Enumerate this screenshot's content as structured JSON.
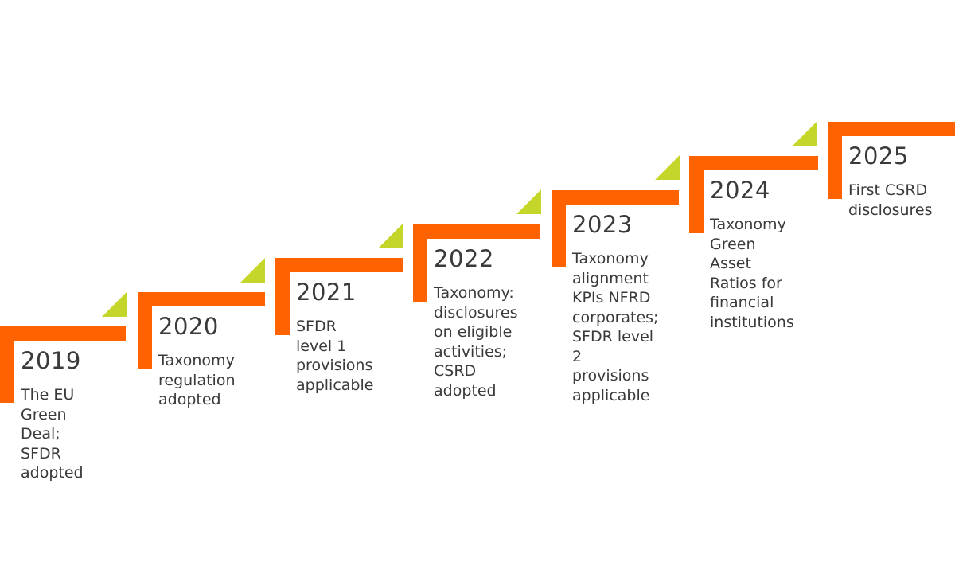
{
  "colors": {
    "bar": "#ff6200",
    "accent_triangle": "#c5d62b",
    "text": "#3a3a3a",
    "background": "#ffffff"
  },
  "milestones": [
    {
      "year": "2019",
      "description": "The EU\nGreen Deal;\nSFDR\nadopted"
    },
    {
      "year": "2020",
      "description": "Taxonomy\nregulation\nadopted"
    },
    {
      "year": "2021",
      "description": "SFDR level 1\nprovisions\napplicable"
    },
    {
      "year": "2022",
      "description": "Taxonomy:\ndisclosures\non eligible\nactivities;\nCSRD\nadopted"
    },
    {
      "year": "2023",
      "description": "Taxonomy\nalignment\nKPIs NFRD\ncorporates;\nSFDR level 2\nprovisions\napplicable"
    },
    {
      "year": "2024",
      "description": "Taxonomy\nGreen Asset\nRatios for\nfinancial\ninstitutions"
    },
    {
      "year": "2025",
      "description": "First CSRD\ndisclosures"
    }
  ]
}
